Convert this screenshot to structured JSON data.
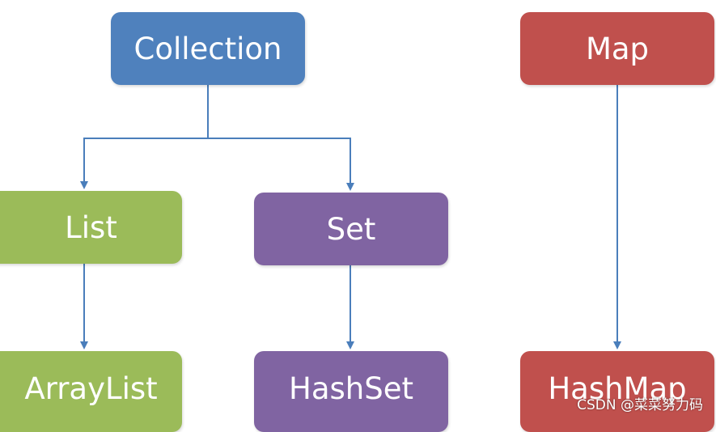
{
  "colors": {
    "collection": "#4f81bd",
    "map": "#c0504d",
    "list": "#9bbb59",
    "set": "#8064a2",
    "edge": "#4a7ebb"
  },
  "nodes": {
    "collection": "Collection",
    "map": "Map",
    "list": "List",
    "set": "Set",
    "arraylist": "ArrayList",
    "hashset": "HashSet",
    "hashmap": "HashMap"
  },
  "watermark": "CSDN @菜菜努力码"
}
